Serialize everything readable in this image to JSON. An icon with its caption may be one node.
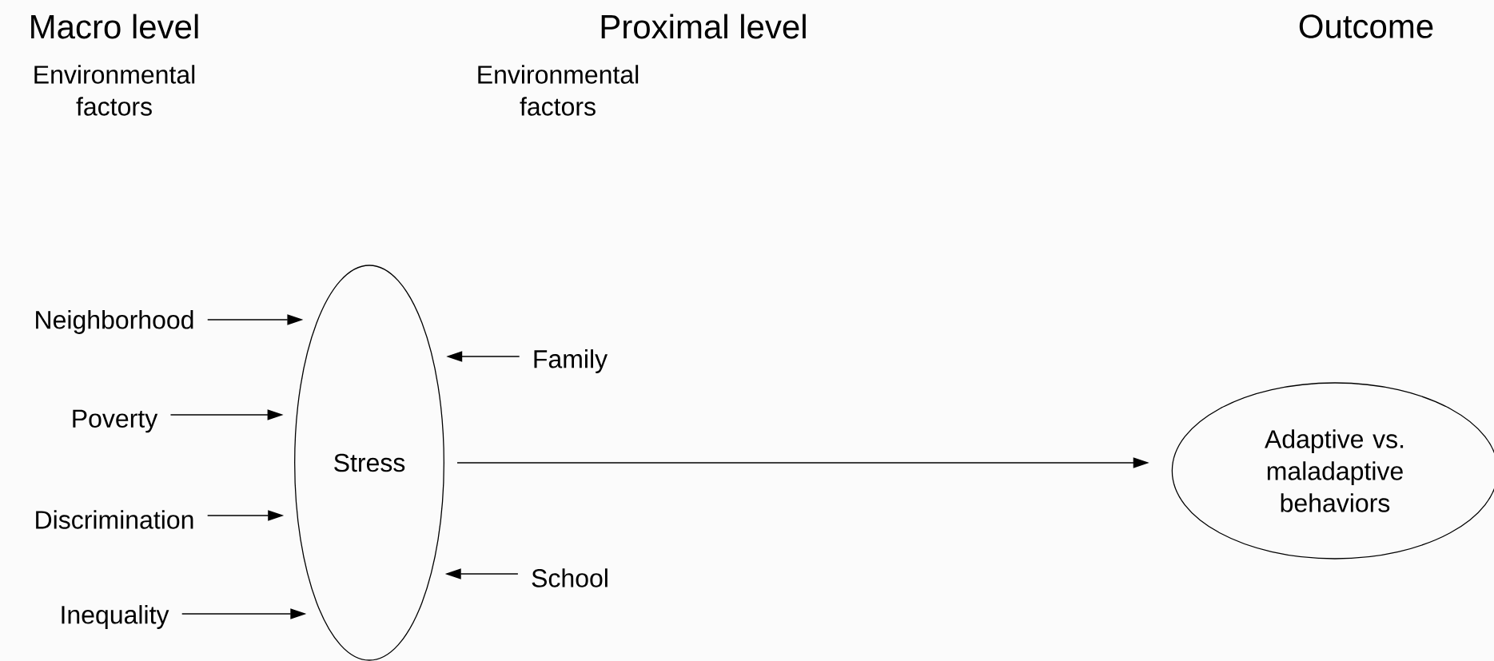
{
  "diagram": {
    "nodes": [
      {
        "text": [
          "Neighborhood"
        ]
      },
      {
        "text": [
          "Poverty"
        ]
      },
      {
        "text": [
          "Discrimination"
        ]
      },
      {
        "text": [
          "Inequality"
        ]
      },
      {
        "text": [
          "Stress"
        ]
      },
      {
        "text": [
          "Family"
        ]
      },
      {
        "text": [
          "School"
        ]
      },
      {
        "text": [
          "Adaptive vs. maladaptive behaviors"
        ]
      }
    ],
    "edges": [
      {
        "from": 0,
        "to": 4,
        "arrow": "to"
      },
      {
        "from": 1,
        "to": 4,
        "arrow": "to"
      },
      {
        "from": 2,
        "to": 4,
        "arrow": "to"
      },
      {
        "from": 3,
        "to": 4,
        "arrow": "to"
      },
      {
        "from": 5,
        "to": 4,
        "arrow": "to"
      },
      {
        "from": 6,
        "to": 4,
        "arrow": "to"
      },
      {
        "from": 4,
        "to": 7,
        "arrow": "to"
      }
    ],
    "labels": [
      "Macro level",
      "Proximal level",
      "Outcome",
      "Environmental factors",
      "Environmental factors"
    ]
  }
}
